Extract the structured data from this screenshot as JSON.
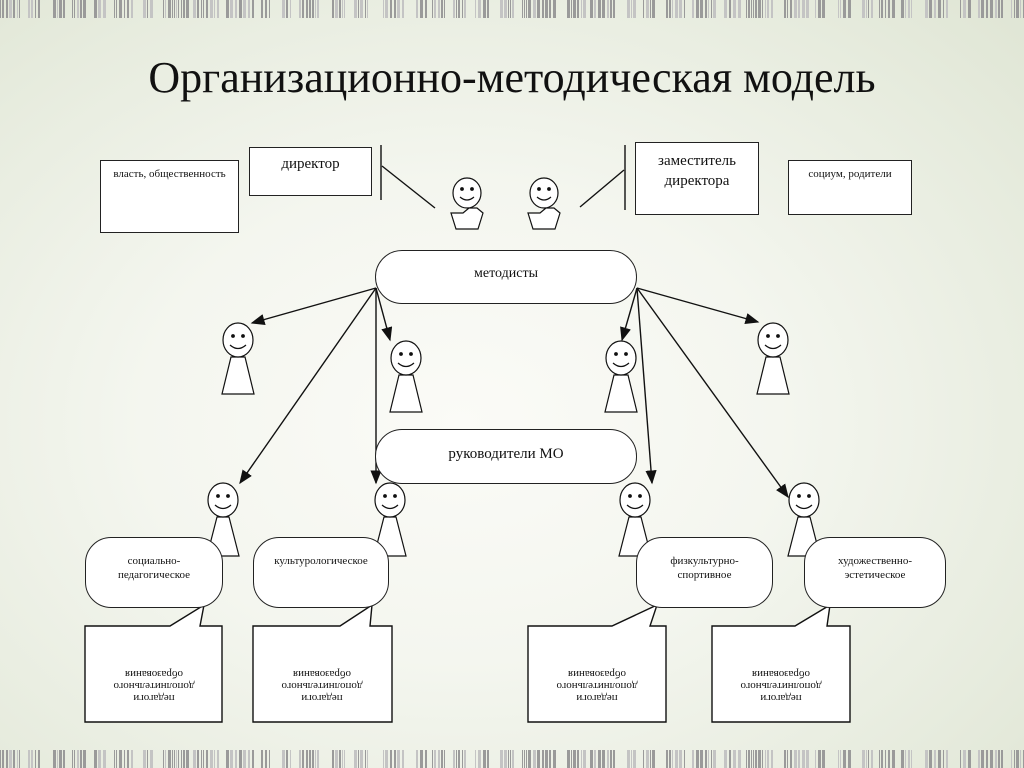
{
  "slide": {
    "title": "Организационно-методическая модель"
  },
  "diagram": {
    "power_box": "власть, общественность",
    "director_box": "директор",
    "deputy_box": "заместитель директора",
    "society_box": "социум, родители",
    "methodists": "методисты",
    "mo_heads": "руководители МО",
    "areas": [
      {
        "label": "социально-педагогическое"
      },
      {
        "label": "культурологическое"
      },
      {
        "label": "физкультурно-спортивное"
      },
      {
        "label": "художественно-эстетическое"
      }
    ],
    "teachers_note": "педагоги дополнительного образования"
  },
  "colors": {
    "line": "#111111",
    "box_fill": "#ffffff"
  }
}
